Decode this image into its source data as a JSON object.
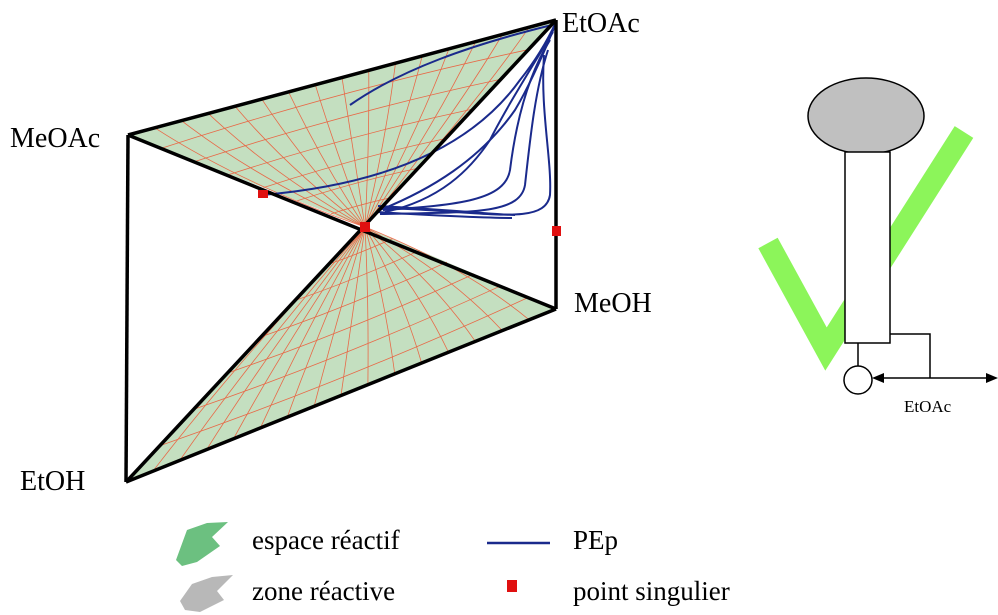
{
  "vertices": {
    "etoac": "EtOAc",
    "meoac": "MeOAc",
    "meoh": "MeOH",
    "etoh": "EtOH"
  },
  "column": {
    "feed_label": "EtOAc"
  },
  "legend": {
    "reactive_space": "espace réactif",
    "reactive_zone": "zone réactive",
    "pep": "PEp",
    "singular_point": "point singulier"
  },
  "colors": {
    "reactive_space_fill": "#c4dfc0",
    "reactive_zone_fill": "#c0c0c0",
    "pep_line": "#1a2a8c",
    "singular_point": "#e01010",
    "residue_curves": "#ee5533",
    "check_mark": "#8cf55a"
  }
}
